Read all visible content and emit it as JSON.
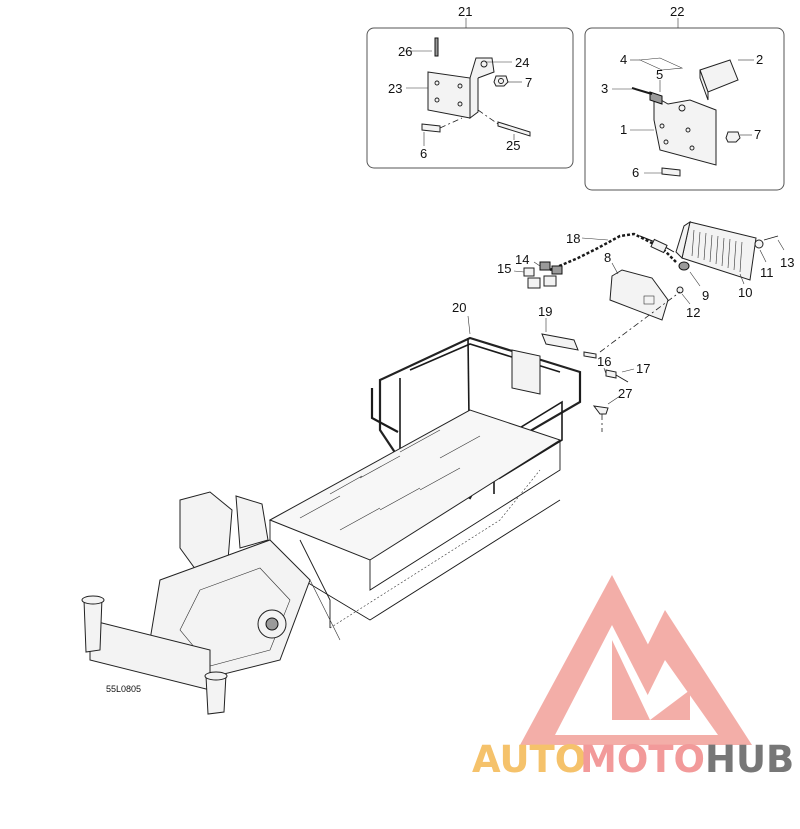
{
  "diagram_code": "55L0805",
  "callouts": {
    "n1": "1",
    "n2": "2",
    "n3": "3",
    "n4": "4",
    "n5": "5",
    "n6a": "6",
    "n6b": "6",
    "n7a": "7",
    "n7b": "7",
    "n8": "8",
    "n9": "9",
    "n10": "10",
    "n11": "11",
    "n12": "12",
    "n13": "13",
    "n14": "14",
    "n15": "15",
    "n16": "16",
    "n17": "17",
    "n18": "18",
    "n19": "19",
    "n20": "20",
    "n21": "21",
    "n22": "22",
    "n23": "23",
    "n24": "24",
    "n25": "25",
    "n26": "26",
    "n27": "27"
  },
  "watermark": {
    "auto": "AUTO",
    "moto": "MOTO",
    "hub": "HUB",
    "colors": {
      "auto": "#F5C26B",
      "moto": "#F29A9A",
      "hub": "#777777",
      "logo": "#F2A09A"
    }
  }
}
